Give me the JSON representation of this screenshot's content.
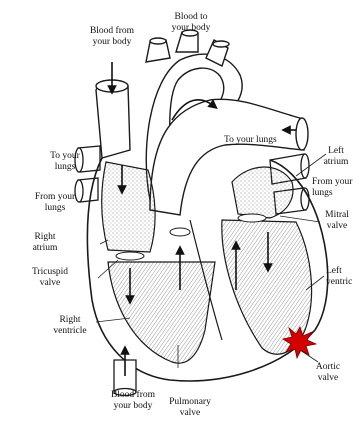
{
  "colors": {
    "ink": "#1a1a1a",
    "hatch": "#555555",
    "marker": "#d40000",
    "marker_edge": "#7a0000",
    "paper": "#ffffff"
  },
  "labels": {
    "blood_from_body_top": "Blood from\nyour body",
    "blood_to_body": "Blood to\nyour body",
    "to_lungs_left": "To your\nlungs",
    "from_lungs_left": "From your\nlungs",
    "right_atrium": "Right\natrium",
    "tricuspid_valve": "Tricuspid\nvalve",
    "right_ventricle": "Right\nventricle",
    "blood_from_body_bottom": "Blood from\nyour body",
    "pulmonary_valve": "Pulmonary\nvalve",
    "to_lungs_right": "To your lungs",
    "left_atrium": "Left\natrium",
    "from_lungs_right": "From your\nlungs",
    "mitral_valve": "Mitral\nvalve",
    "left_ventricle": "Left\nventric",
    "aortic_valve": "Aortic\nvalve"
  },
  "marker": {
    "icon": "red-star-icon"
  }
}
